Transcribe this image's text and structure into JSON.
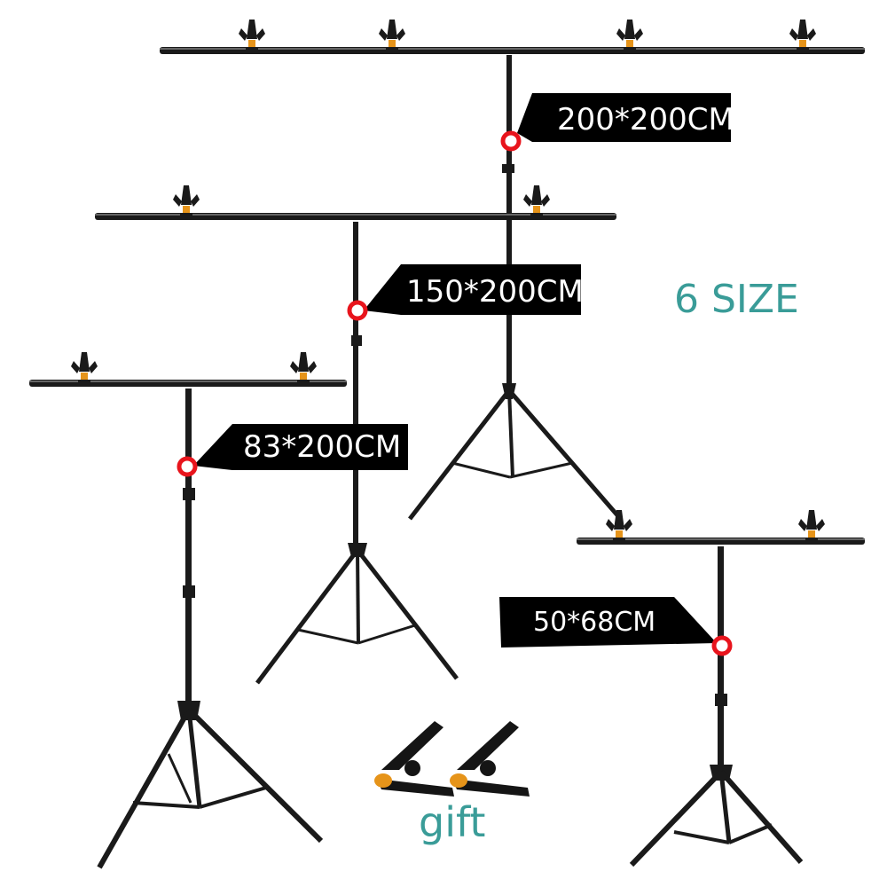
{
  "headline": "6 SIZE",
  "gift_label": "gift",
  "stands": [
    {
      "id": "stand-200",
      "label": "200*200CM"
    },
    {
      "id": "stand-150",
      "label": "150*200CM"
    },
    {
      "id": "stand-83",
      "label": "83*200CM"
    },
    {
      "id": "stand-50",
      "label": "50*68CM"
    }
  ],
  "colors": {
    "accent_text": "#3a9c98",
    "marker": "#e8141c",
    "label_bg": "#000000",
    "stand_metal": "#1a1a1a",
    "clip_accent": "#e6941a"
  }
}
